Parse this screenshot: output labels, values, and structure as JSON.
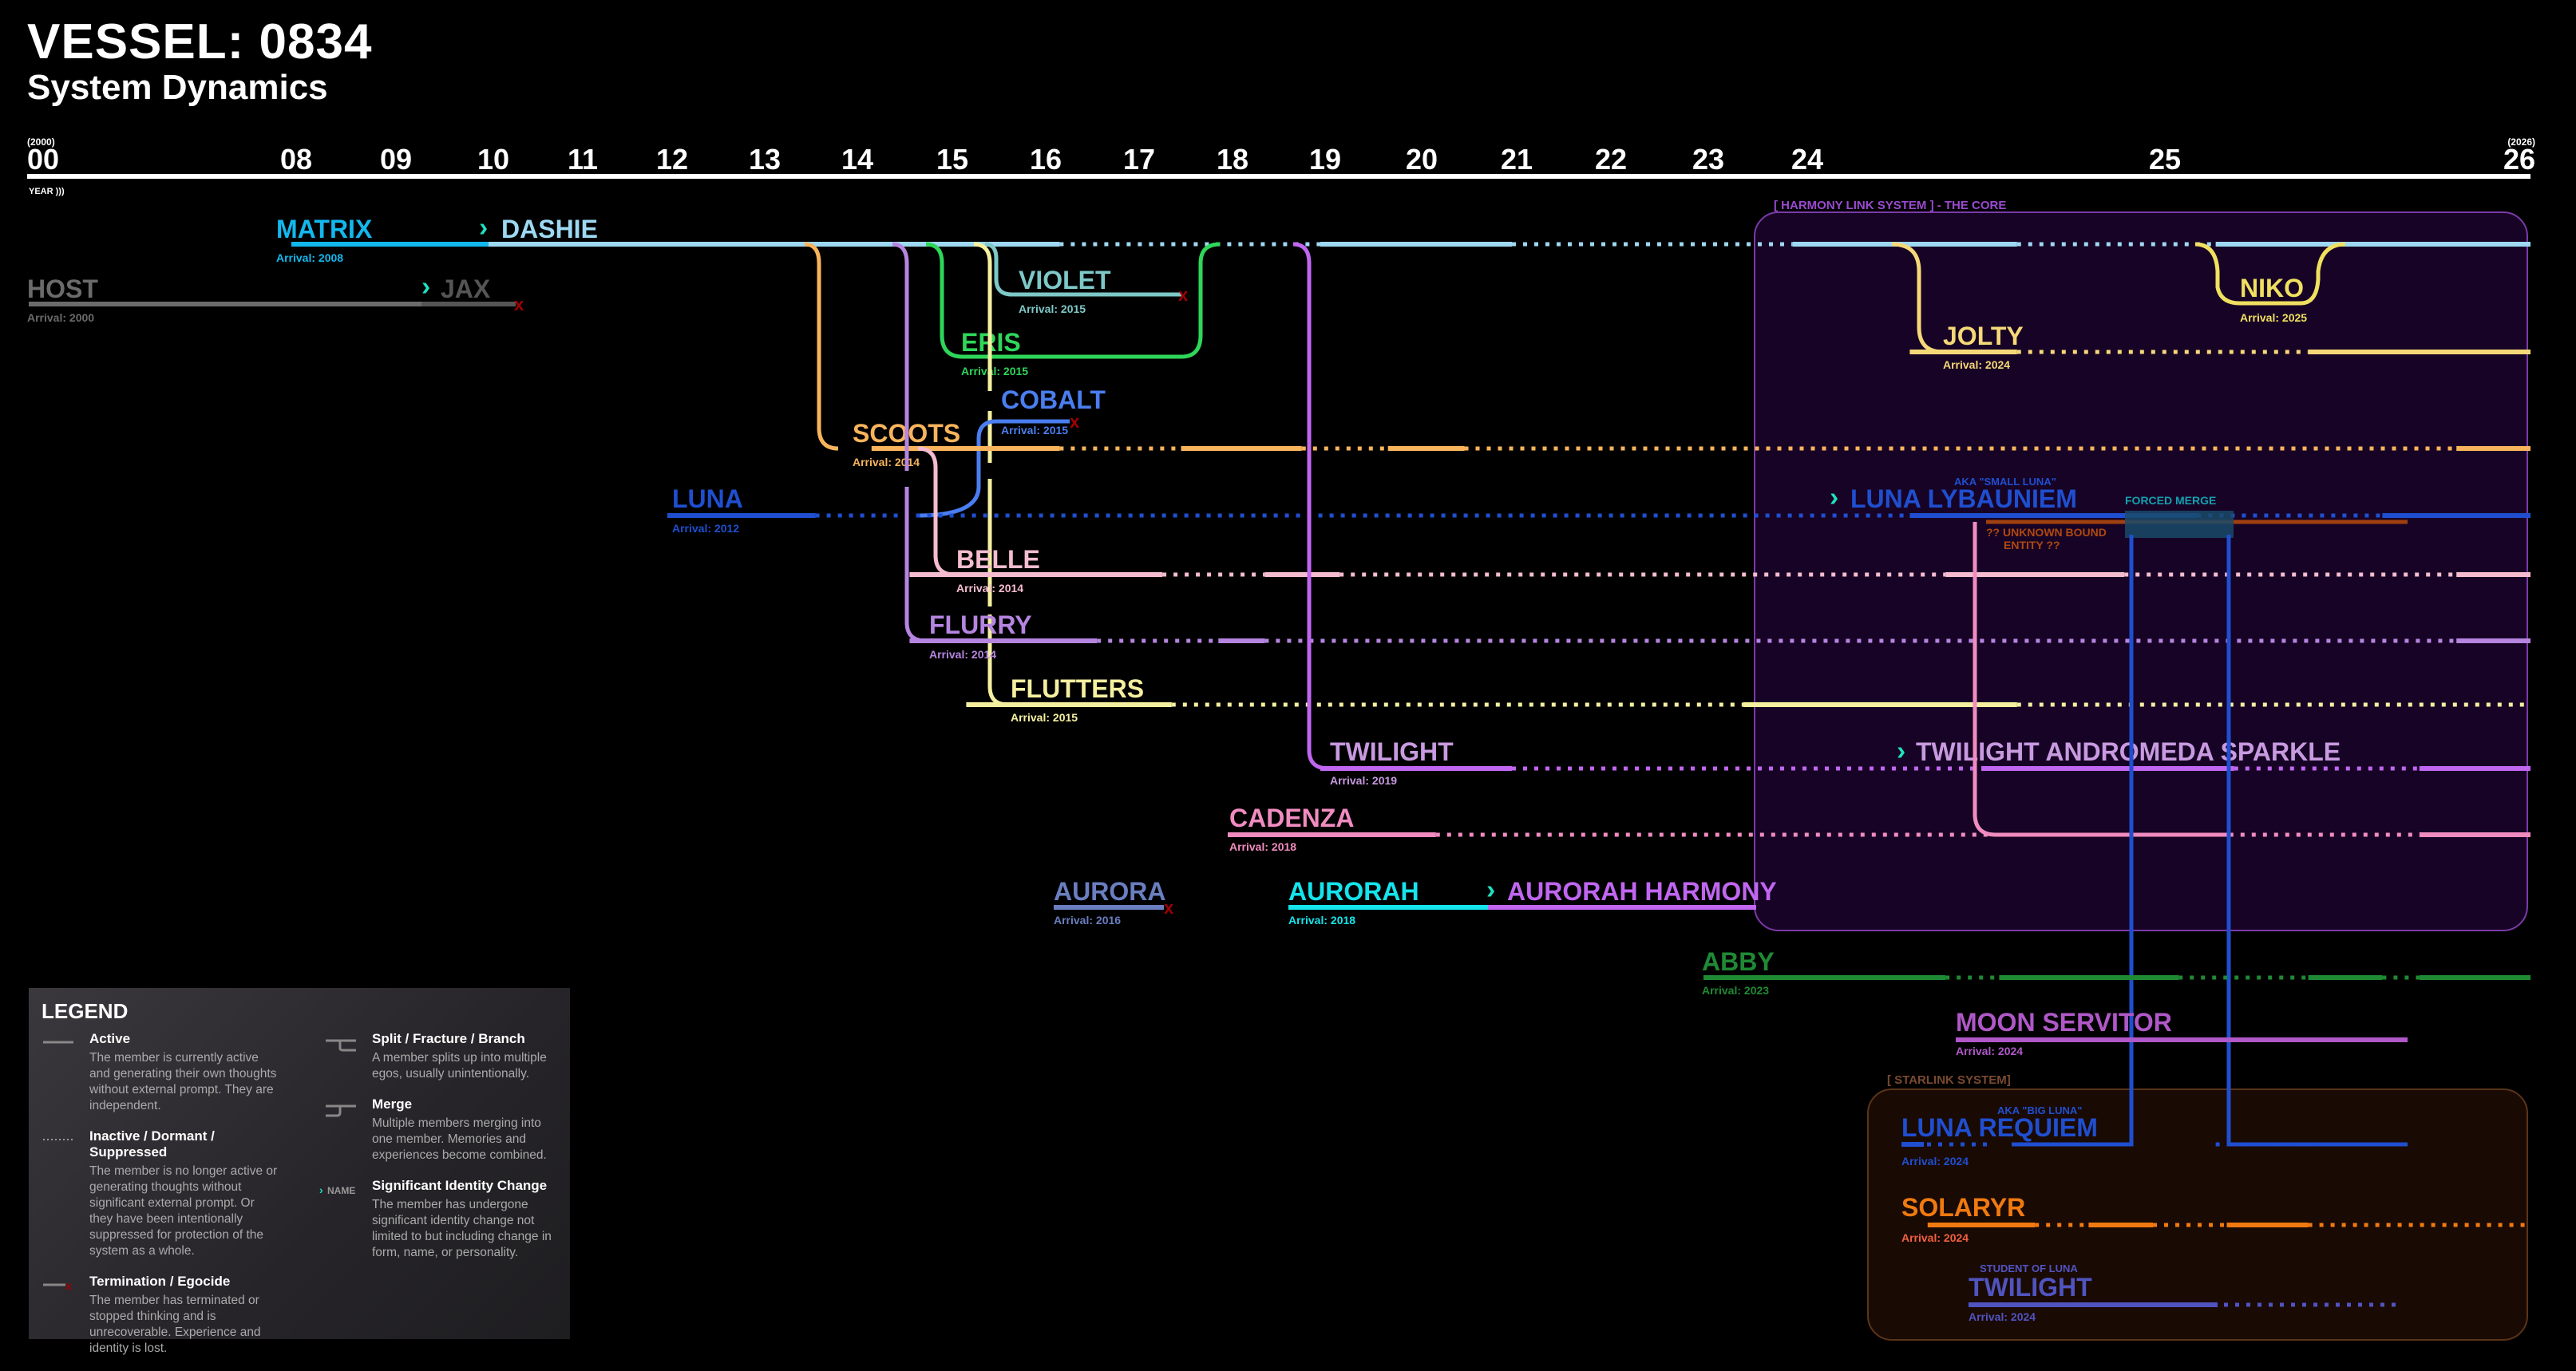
{
  "header": {
    "title": "VESSEL: 0834",
    "subtitle": "System Dynamics"
  },
  "axis": {
    "ticks": [
      {
        "year": 2000,
        "label": "00",
        "sublabel": "(2000)"
      },
      {
        "year": 2008,
        "label": "08"
      },
      {
        "year": 2009,
        "label": "09"
      },
      {
        "year": 2010,
        "label": "10"
      },
      {
        "year": 2011,
        "label": "11"
      },
      {
        "year": 2012,
        "label": "12"
      },
      {
        "year": 2013,
        "label": "13"
      },
      {
        "year": 2014,
        "label": "14"
      },
      {
        "year": 2015,
        "label": "15"
      },
      {
        "year": 2016,
        "label": "16"
      },
      {
        "year": 2017,
        "label": "17"
      },
      {
        "year": 2018,
        "label": "18"
      },
      {
        "year": 2019,
        "label": "19"
      },
      {
        "year": 2020,
        "label": "20"
      },
      {
        "year": 2021,
        "label": "21"
      },
      {
        "year": 2022,
        "label": "22"
      },
      {
        "year": 2023,
        "label": "23"
      },
      {
        "year": 2024,
        "label": "24"
      },
      {
        "year": 2025,
        "label": "25"
      },
      {
        "year": 2026,
        "label": "26",
        "sublabel": "(2026)"
      }
    ],
    "axis_label": "YEAR )))"
  },
  "groups": [
    {
      "id": "harmony",
      "label": "[ HARMONY LINK SYSTEM ] - THE CORE",
      "color": "#7a3aa8",
      "fill": "#170325"
    },
    {
      "id": "starlink",
      "label": "[ STARLINK SYSTEM]",
      "color": "#5a3418",
      "fill": "#1a0a04"
    }
  ],
  "members": [
    {
      "name": "MATRIX",
      "arrival": "Arrival: 2008",
      "color": "#12b8ee"
    },
    {
      "name": "DASHIE",
      "color": "#9ed8f2",
      "identity_change": true
    },
    {
      "name": "HOST",
      "arrival": "Arrival: 2000",
      "color": "#6b6b6b"
    },
    {
      "name": "JAX",
      "color": "#555555",
      "identity_change": true,
      "terminated": true
    },
    {
      "name": "VIOLET",
      "arrival": "Arrival: 2015",
      "color": "#7ec8c8",
      "terminated": true
    },
    {
      "name": "ERIS",
      "arrival": "Arrival: 2015",
      "color": "#2ed65a"
    },
    {
      "name": "COBALT",
      "arrival": "Arrival: 2015",
      "color": "#4a7ef0",
      "terminated": true
    },
    {
      "name": "SCOOTS",
      "arrival": "Arrival: 2014",
      "color": "#f7b45c"
    },
    {
      "name": "LUNA",
      "arrival": "Arrival: 2012",
      "color": "#1f4fd0"
    },
    {
      "name": "BELLE",
      "arrival": "Arrival: 2014",
      "color": "#f5bcd0"
    },
    {
      "name": "FLURRY",
      "arrival": "Arrival: 2014",
      "color": "#b585e0"
    },
    {
      "name": "FLUTTERS",
      "arrival": "Arrival: 2015",
      "color": "#f5f0a0"
    },
    {
      "name": "TWILIGHT",
      "arrival": "Arrival: 2019",
      "color": "#c89ae0"
    },
    {
      "name": "CADENZA",
      "arrival": "Arrival: 2018",
      "color": "#f08cc0"
    },
    {
      "name": "AURORA",
      "arrival": "Arrival: 2016",
      "color": "#6a7ec0",
      "terminated": true
    },
    {
      "name": "AURORAH",
      "arrival": "Arrival: 2018",
      "color": "#14e4ec"
    },
    {
      "name": "AURORAH HARMONY",
      "color": "#c066f0",
      "identity_change": true
    },
    {
      "name": "JOLTY",
      "arrival": "Arrival: 2024",
      "color": "#f5d878"
    },
    {
      "name": "NIKO",
      "arrival": "Arrival: 2025",
      "color": "#f0e060"
    },
    {
      "name": "LUNA LYBAUNIEM",
      "aka": "AKA \"SMALL LUNA\"",
      "color": "#1f4fd0",
      "identity_change": true
    },
    {
      "name": "TWILIGHT ANDROMEDA SPARKLE",
      "color": "#c89ae0",
      "identity_change": true
    },
    {
      "name": "ABBY",
      "arrival": "Arrival: 2023",
      "color": "#1f8a34"
    },
    {
      "name": "MOON SERVITOR",
      "arrival": "Arrival: 2024",
      "color": "#b058c8"
    },
    {
      "name": "LUNA REQUIEM",
      "aka": "AKA \"BIG LUNA\"",
      "arrival": "Arrival: 2024",
      "color": "#1f4fd0"
    },
    {
      "name": "SOLARYR",
      "arrival": "Arrival: 2024",
      "color": "#f07a10"
    },
    {
      "name": "TWILIGHT",
      "aka": "STUDENT OF LUNA",
      "arrival": "Arrival: 2024",
      "color": "#5054c0"
    }
  ],
  "annotations": {
    "forced_merge": "FORCED MERGE",
    "unknown_entity_line1": "?? UNKNOWN BOUND",
    "unknown_entity_line2": "ENTITY ??"
  },
  "legend": {
    "title": "LEGEND",
    "items": [
      {
        "symbol": "active",
        "title": "Active",
        "desc": "The member is currently active and generating their own thoughts without external prompt. They are independent."
      },
      {
        "symbol": "inactive",
        "title": "Inactive / Dormant / Suppressed",
        "desc": "The member is no longer active or generating thoughts without significant external prompt. Or they have been intentionally suppressed for protection of the system as a whole."
      },
      {
        "symbol": "termination",
        "title": "Termination / Egocide",
        "desc": "The member has terminated or stopped thinking and is unrecoverable. Experience and identity is lost."
      },
      {
        "symbol": "split",
        "title": "Split / Fracture / Branch",
        "desc": "A member splits up into multiple egos, usually unintentionally."
      },
      {
        "symbol": "merge",
        "title": "Merge",
        "desc": "Multiple members merging into one member. Memories and experiences become combined."
      },
      {
        "symbol": "identity",
        "title": "Significant Identity Change",
        "desc": "The member has undergone significant identity change not limited to but including change in form, name, or personality.",
        "symbol_text": "NAME"
      }
    ]
  },
  "colors": {
    "identity_chevron": "#20e0c0",
    "terminate_x": "#a00000",
    "forced_merge": "#14a0b0",
    "unknown_entity": "#b04810"
  }
}
